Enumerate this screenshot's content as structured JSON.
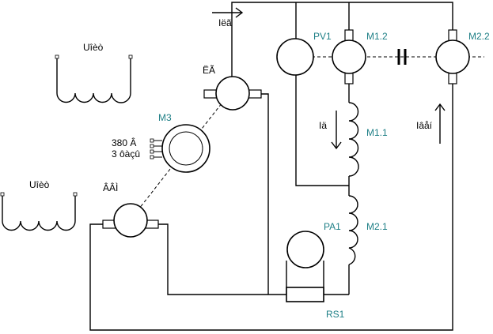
{
  "colors": {
    "line": "#000000",
    "label_teal": "#1e7f86",
    "background": "#ffffff"
  },
  "labels": {
    "uit_top": "Uîèò",
    "uit_bottom": "Uîèò",
    "eg": "ËÃ",
    "vvi": "ÂÂÌ",
    "m3": "M3",
    "m3_voltage": "380 Â",
    "m3_phases": "3 ôàçû",
    "pv1": "PV1",
    "m12": "M1.2",
    "m22": "M2.2",
    "m11": "M1.1",
    "m21": "M2.1",
    "pa1": "PA1",
    "rs1": "RS1",
    "i_eg": "Iëã",
    "i_d": "Iä",
    "i_vai": "Iâåí"
  }
}
